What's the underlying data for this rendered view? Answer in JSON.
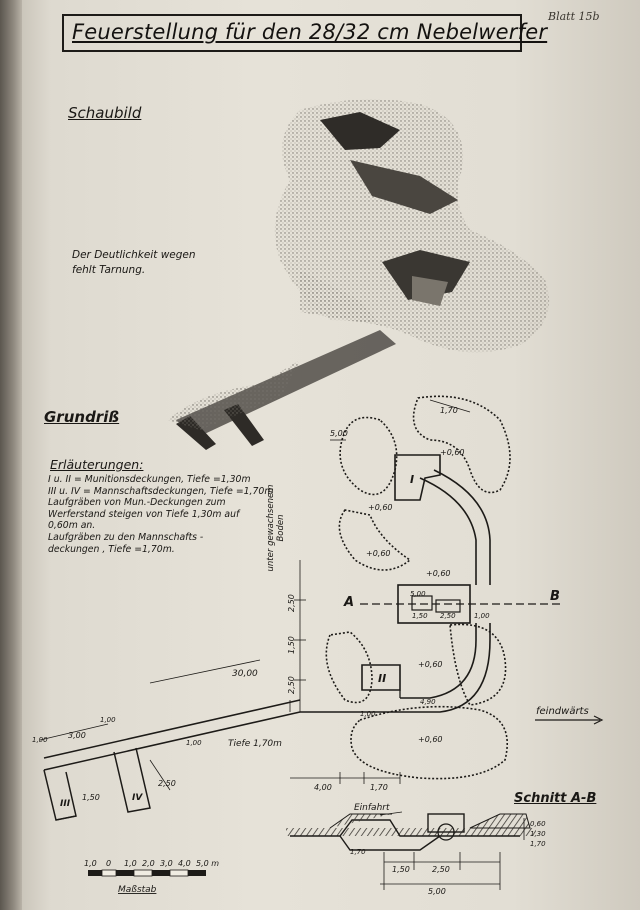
{
  "page": {
    "sheet_label": "Blatt 15b",
    "title": "Feuerstellung für den 28/32 cm Nebelwerfer"
  },
  "perspective": {
    "heading": "Schaubild",
    "note": "Der Deutlichkeit wegen\nfehlt Tarnung."
  },
  "plan": {
    "heading": "Grundriß",
    "legend_heading": "Erläuterungen:",
    "legend_lines": [
      "I u. II = Munitionsdeckungen, Tiefe =1,30m",
      "III u. IV = Mannschaftsdeckungen, Tiefe =1,70m",
      "Laufgräben von Mun.-Deckungen zum",
      "Werferstand steigen von Tiefe 1,30m auf",
      "0,60m an.",
      "Laufgräben zu den Mannschafts -",
      "deckungen , Tiefe =1,70m."
    ],
    "vertical_label": "unter gewachsenem\nBoden",
    "dims": {
      "d170_top": "1,70",
      "d500": "5,00",
      "d060_a": "+0,60",
      "d060_b": "+0,60",
      "d060_c": "+0,60",
      "d060_d": "+0,60",
      "d060_e": "+0,60",
      "d060_f": "+0,60",
      "d250_vert": "2,50",
      "d150_vert": "1,50",
      "d250_vert_b": "2,50",
      "d3000": "30,00",
      "d300": "3,00",
      "d100a": "1,00",
      "d100b": "1,00",
      "d100c": "1,00",
      "d100d": "1,00",
      "d150_a": "1,50",
      "d250_b": "2,50",
      "d_tiefe": "Tiefe 1,70m",
      "d400": "4,00",
      "d170_b": "1,70",
      "d490": "4,90",
      "d150_c": "1,50",
      "d250_c": "2,50",
      "d500_b": "5,00",
      "d150_box": "1,50",
      "d250_box": "2,50",
      "d100_box": "1,00"
    },
    "roman": [
      "I",
      "II",
      "III",
      "IV"
    ],
    "marker_a": "A",
    "marker_b": "B",
    "direction": "feindwärts"
  },
  "section": {
    "heading": "Schnitt A-B",
    "label_einfahrt": "Einfahrt",
    "dims": {
      "s060": "0,60",
      "s130": "1,30",
      "s170": "1,70",
      "s150": "1,50",
      "s250": "2,50",
      "s500": "5,00"
    }
  },
  "scale": {
    "ticks": [
      "1,0",
      "0",
      "1,0",
      "2,0",
      "3,0",
      "4,0",
      "5,0 m"
    ],
    "label": "Maßstab"
  },
  "colors": {
    "paper": "#e4e0d6",
    "ink": "#1a1815",
    "hatch": "#5a5650"
  }
}
